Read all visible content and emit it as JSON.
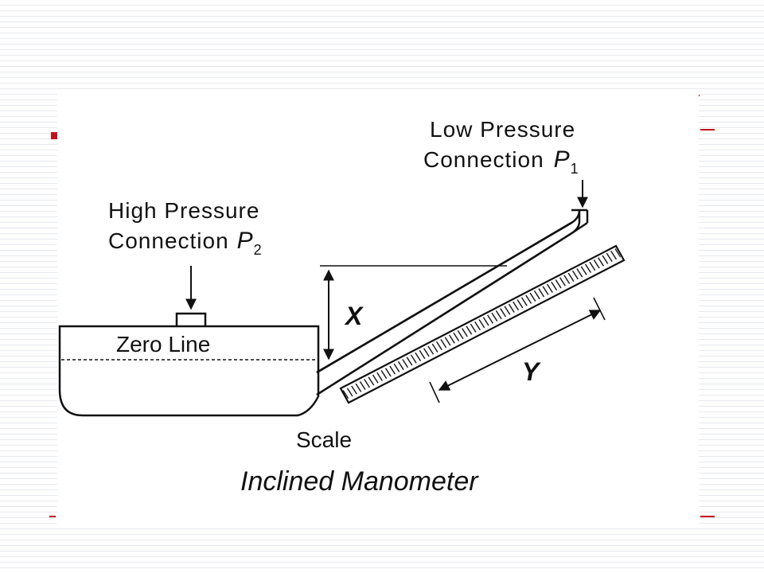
{
  "diagram": {
    "caption": "Inclined Manometer",
    "labels": {
      "low_pressure_line1": "Low Pressure",
      "low_pressure_line2": "Connection",
      "low_pressure_symbol": "P",
      "low_pressure_subscript": "1",
      "high_pressure_line1": "High Pressure",
      "high_pressure_line2": "Connection",
      "high_pressure_symbol": "P",
      "high_pressure_subscript": "2",
      "zero_line": "Zero Line",
      "x_dimension": "X",
      "y_dimension": "Y",
      "scale": "Scale"
    }
  },
  "colors": {
    "accent": "#c0121c",
    "ink": "#111111",
    "slide_lines": "#e6e9ef"
  }
}
